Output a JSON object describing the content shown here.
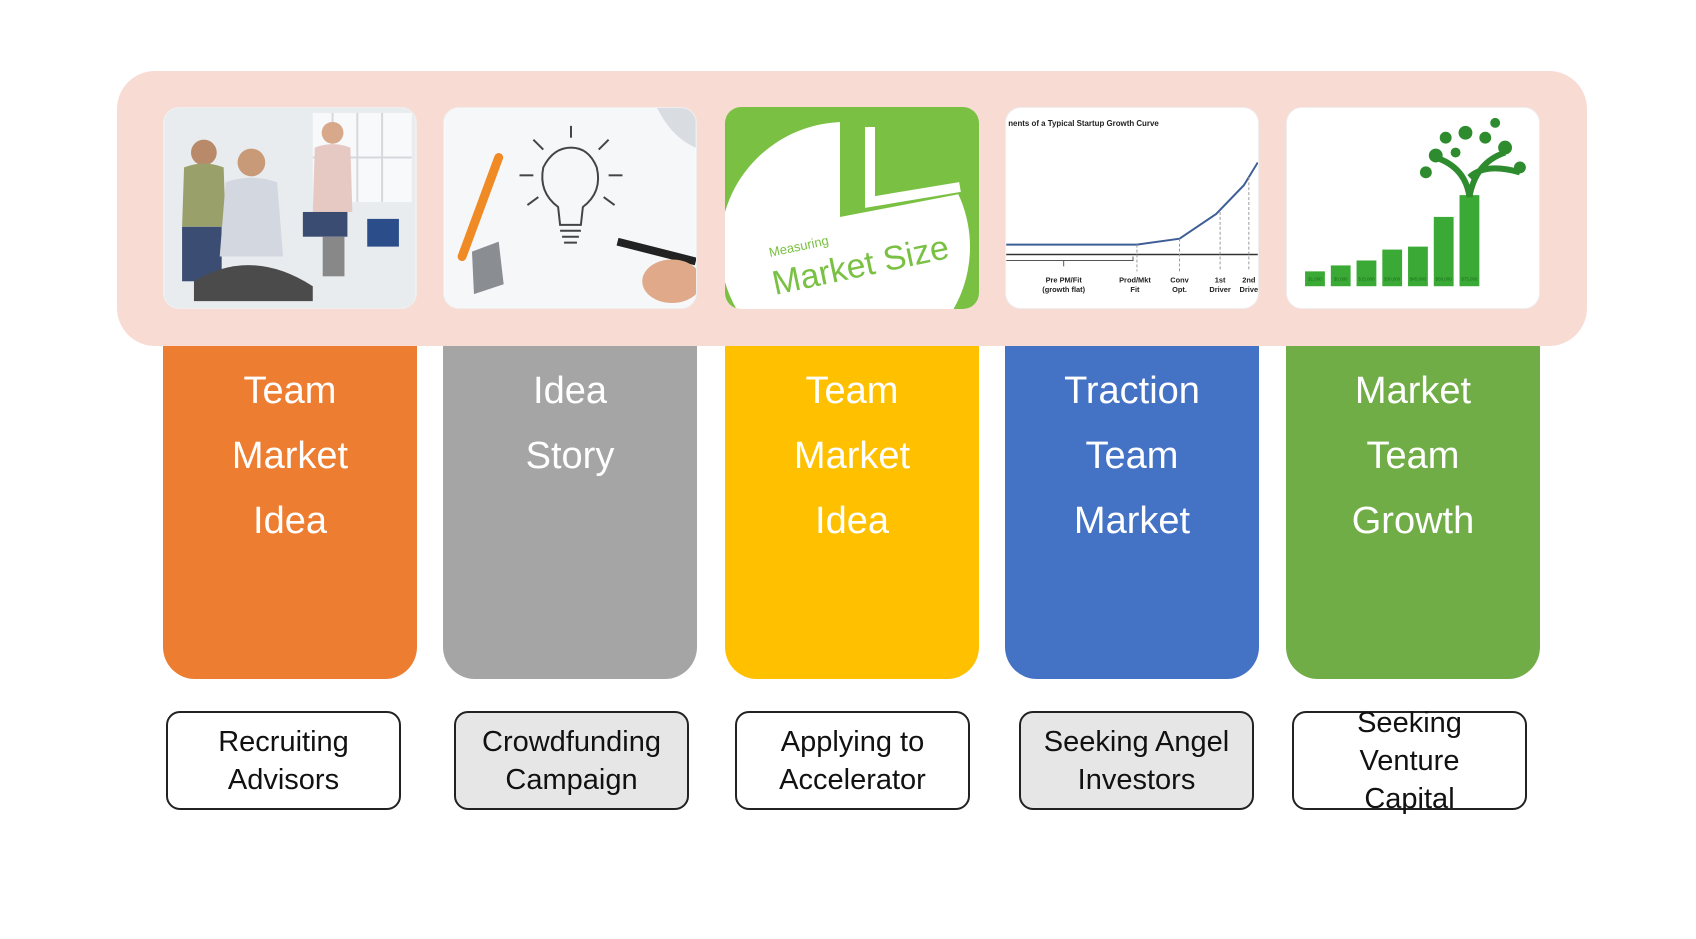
{
  "stages": [
    {
      "image": {
        "icon": "team-photo"
      },
      "color": "#ed7d31",
      "factors": [
        "Team",
        "Market",
        "Idea"
      ],
      "funding": [
        "Recruiting",
        "Advisors"
      ]
    },
    {
      "image": {
        "icon": "lightbulb-sketch"
      },
      "color": "#a5a5a5",
      "factors": [
        "Idea",
        "Story"
      ],
      "funding": [
        "Crowdfunding",
        "Campaign"
      ]
    },
    {
      "image": {
        "icon": "market-size-pie",
        "caption_small": "Measuring",
        "caption_large": "Market Size"
      },
      "color": "#ffc000",
      "factors": [
        "Team",
        "Market",
        "Idea"
      ],
      "funding": [
        "Applying to",
        "Accelerator"
      ]
    },
    {
      "image": {
        "icon": "growth-curve-chart",
        "title": "nents of a Typical Startup Growth Curve",
        "labels": [
          [
            "Pre PM/Fit",
            "(growth flat)"
          ],
          [
            "Prod/Mkt",
            "Fit"
          ],
          [
            "Conv",
            "Opt."
          ],
          [
            "1st",
            "Driver"
          ],
          [
            "2nd",
            "Drive"
          ]
        ]
      },
      "color": "#4472c4",
      "factors": [
        "Traction",
        "Team",
        "Market"
      ],
      "funding": [
        "Seeking Angel",
        "Investors"
      ]
    },
    {
      "image": {
        "icon": "money-tree-bars",
        "bar_labels": [
          "$1,000",
          "$5,000",
          "$15,000",
          "$30,000",
          "$45,000",
          "$60,000",
          "$75,000"
        ]
      },
      "color": "#70ad47",
      "factors": [
        "Market",
        "Team",
        "Growth"
      ],
      "funding": [
        "Seeking",
        "Venture",
        "Capital"
      ]
    }
  ]
}
